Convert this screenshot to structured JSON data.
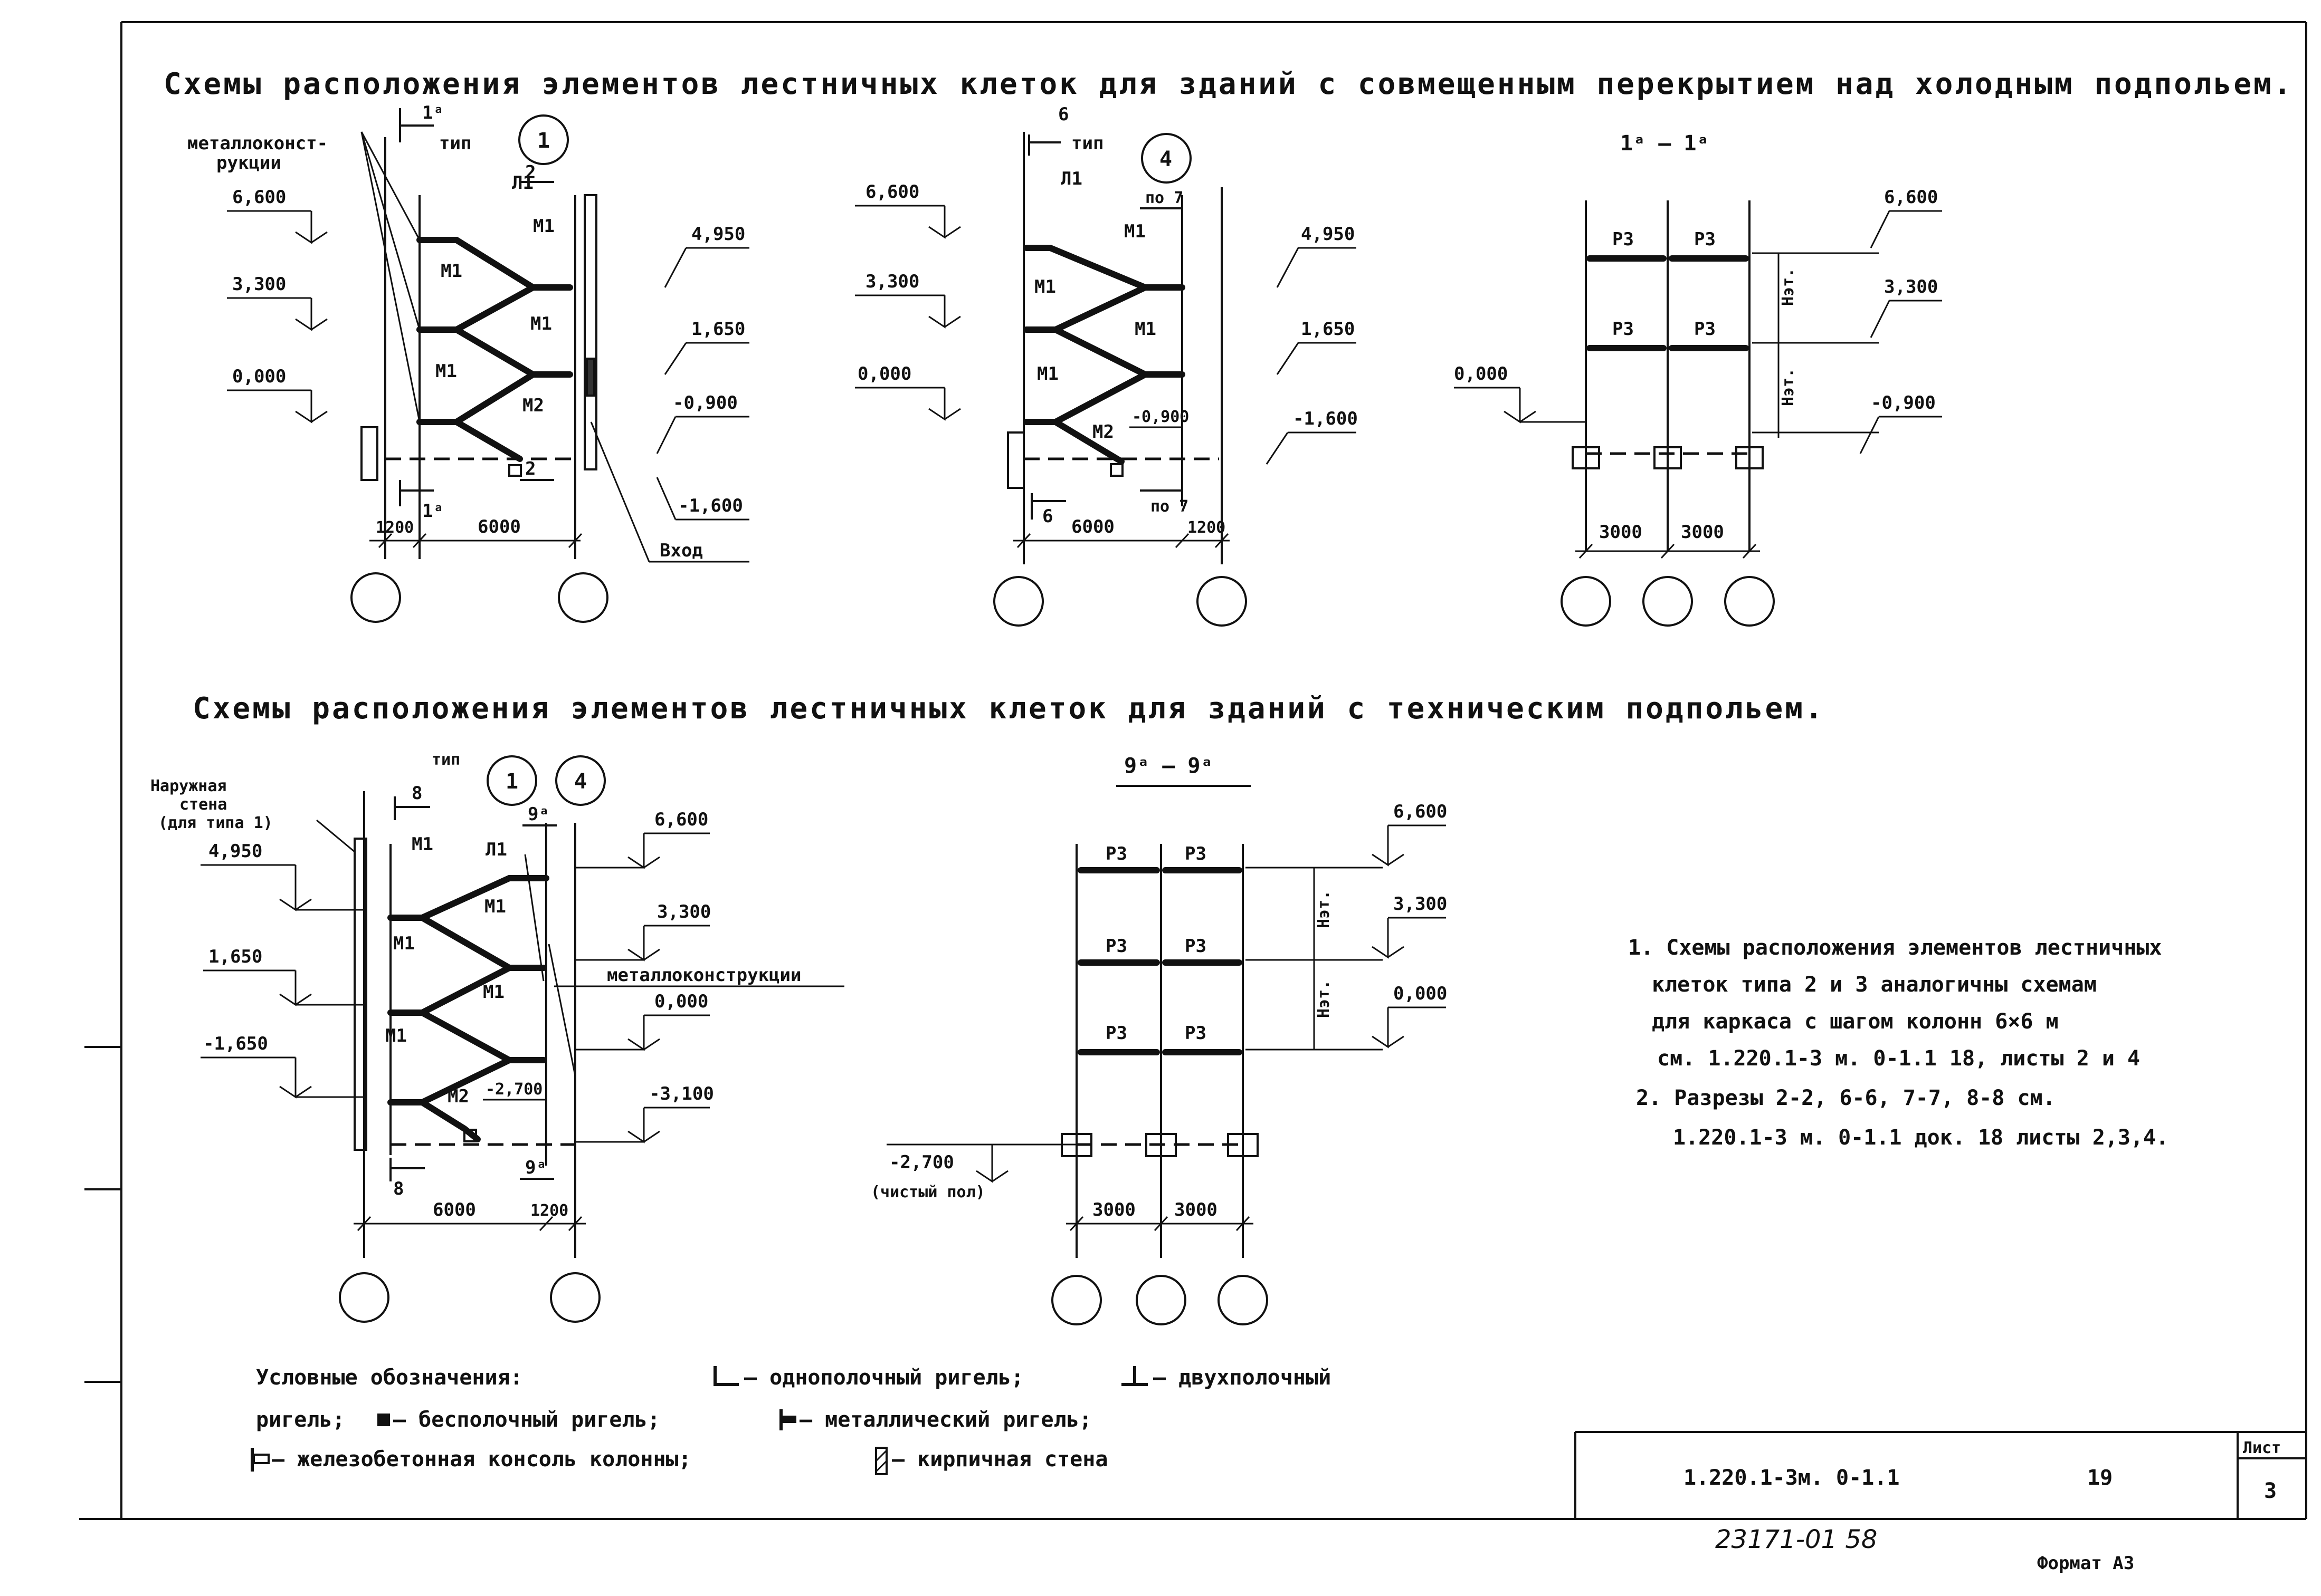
{
  "titles": {
    "cold": "Схемы расположения  элементов лестничных клеток для зданий с совмещенным перекрытием над холодным подпольем.",
    "tech": "Схемы расположения элементов лестничных клеток для зданий с техническим подпольем."
  },
  "d1": {
    "type_label": "тип",
    "type_num": "1",
    "sec_top": "1ᵃ",
    "sec_bot": "1ᵃ",
    "sec2_top": "2",
    "sec2_bot": "2",
    "metal": "металлоконст-",
    "metal2": "рукции",
    "lv_l": [
      "6,600",
      "3,300",
      "0,000"
    ],
    "lv_r": [
      "4,950",
      "1,650",
      "-0,900",
      "-1,600"
    ],
    "L1": "Л1",
    "M1": "М1",
    "M2": "М2",
    "dim_a": "1200",
    "dim_b": "6000",
    "entry": "Вход"
  },
  "d4": {
    "type_label": "тип",
    "type_num": "4",
    "sec_top": "6",
    "sec_bot": "6",
    "po7": "по 7",
    "lv_l": [
      "6,600",
      "3,300",
      "0,000"
    ],
    "lv_r": [
      "4,950",
      "1,650",
      "-1,600"
    ],
    "lv_m": "-0,900",
    "L1": "Л1",
    "M1": "М1",
    "M2": "М2",
    "dim_a": "6000",
    "dim_b": "1200"
  },
  "s1a": {
    "title": "1ᵃ — 1ᵃ",
    "p3": "Р3",
    "h": "Нэт.",
    "lv_r": [
      "6,600",
      "3,300",
      "-0,900"
    ],
    "lv_l": "0,000",
    "dims": [
      "3000",
      "3000"
    ]
  },
  "dB": {
    "type_label": "тип",
    "n1": "1",
    "n4": "4",
    "sec_top": "8",
    "sec_bot": "8",
    "sec9_top": "9ᵃ",
    "sec9_bot": "9ᵃ",
    "wall": [
      "Наружная",
      "стена",
      "(для типа 1)"
    ],
    "metal": "металлоконструкции",
    "lv_l": [
      "4,950",
      "1,650",
      "-1,650"
    ],
    "lv_r": [
      "6,600",
      "3,300",
      "0,000",
      "-3,100"
    ],
    "lv_m": "-2,700",
    "L1": "Л1",
    "M1": "М1",
    "M2": "М2",
    "dim_a": "6000",
    "dim_b": "1200"
  },
  "s9a": {
    "title": "9ᵃ — 9ᵃ",
    "p3": "Р3",
    "h": "Нэт.",
    "lv_r": [
      "6,600",
      "3,300",
      "0,000"
    ],
    "lv_l": "-2,700",
    "floor": "(чистый пол)",
    "dims": [
      "3000",
      "3000"
    ]
  },
  "notes": [
    "1. Схемы расположения элементов лестничных",
    "клеток типа 2 и 3 аналогичны схемам",
    "для каркаса с шагом колонн 6×6 м",
    "см. 1.220.1-3 м. 0-1.1 18, листы 2 и 4",
    "2. Разрезы 2-2, 6-6, 7-7, 8-8 см.",
    "1.220.1-3 м. 0-1.1 док. 18 листы 2,3,4."
  ],
  "legend": {
    "title": "Условные обозначения:",
    "l1": "— однополочный ригель;",
    "l2": "— двухполочный",
    "l3": "ригель;",
    "l4": "— бесполочный ригель;",
    "l5": "— металлический ригель;",
    "l6": "— железобетонная консоль колонны;",
    "l7": "— кирпичная стена"
  },
  "stamp": {
    "code": "1.220.1-3м. 0-1.1",
    "page": "19",
    "sheet_label": "Лист",
    "sheet": "3"
  },
  "footer": {
    "inv": "23171-01  58",
    "format": "Формат А3"
  }
}
